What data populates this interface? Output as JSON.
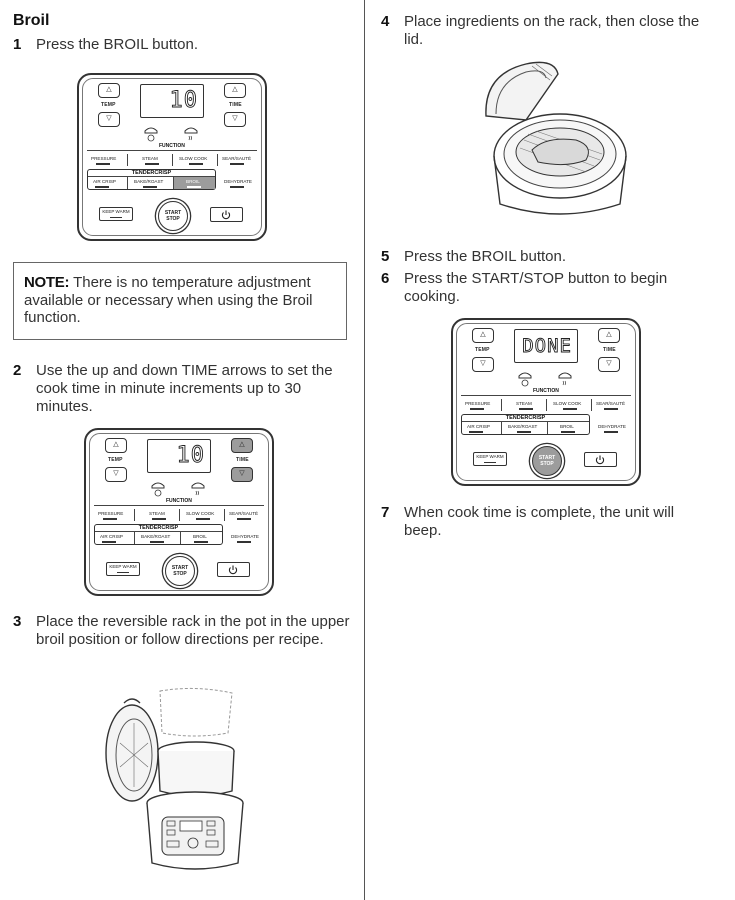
{
  "left": {
    "heading": "Broil",
    "step1": {
      "num": "1",
      "text": "Press the BROIL button."
    },
    "note": {
      "label": "NOTE:",
      "text": " There is no temperature adjustment available or necessary when using the Broil function."
    },
    "step2": {
      "num": "2",
      "text": "Use the up and down TIME arrows to set the cook time in minute increments up to 30 minutes."
    },
    "step3": {
      "num": "3",
      "text": "Place the reversible rack in the pot in the upper broil position or follow directions per recipe."
    }
  },
  "right": {
    "step4": {
      "num": "4",
      "text": "Place ingredients on the rack, then close the lid."
    },
    "step5": {
      "num": "5",
      "text": "Press the BROIL button."
    },
    "step6": {
      "num": "6",
      "text": "Press the START/STOP button to begin cooking."
    },
    "step7": {
      "num": "7",
      "text": "When cook time is complete, the unit will beep."
    }
  },
  "panel_labels": {
    "up": "△",
    "down": "▽",
    "temp": "TEMP",
    "time": "TIME",
    "function": "FUNCTION",
    "pressure": "PRESSURE",
    "steam": "STEAM",
    "slow_cook": "SLOW COOK",
    "sear_saute": "SEAR/SAUTÉ",
    "tendercrisp": "TENDERCRISP",
    "air_crisp": "AIR CRISP",
    "bake_roast": "BAKE/ROAST",
    "broil": "BROIL",
    "dehydrate": "DEHYDRATE",
    "keep_warm": "KEEP WARM",
    "start": "START",
    "stop": "STOP",
    "power_icon": "⏻"
  },
  "panels": {
    "p1": {
      "display": "10",
      "highlight": "broil-button"
    },
    "p2": {
      "display": "10",
      "highlight": "time-arrows"
    },
    "p3": {
      "display": "DONE",
      "highlight": "start-stop-button"
    }
  }
}
